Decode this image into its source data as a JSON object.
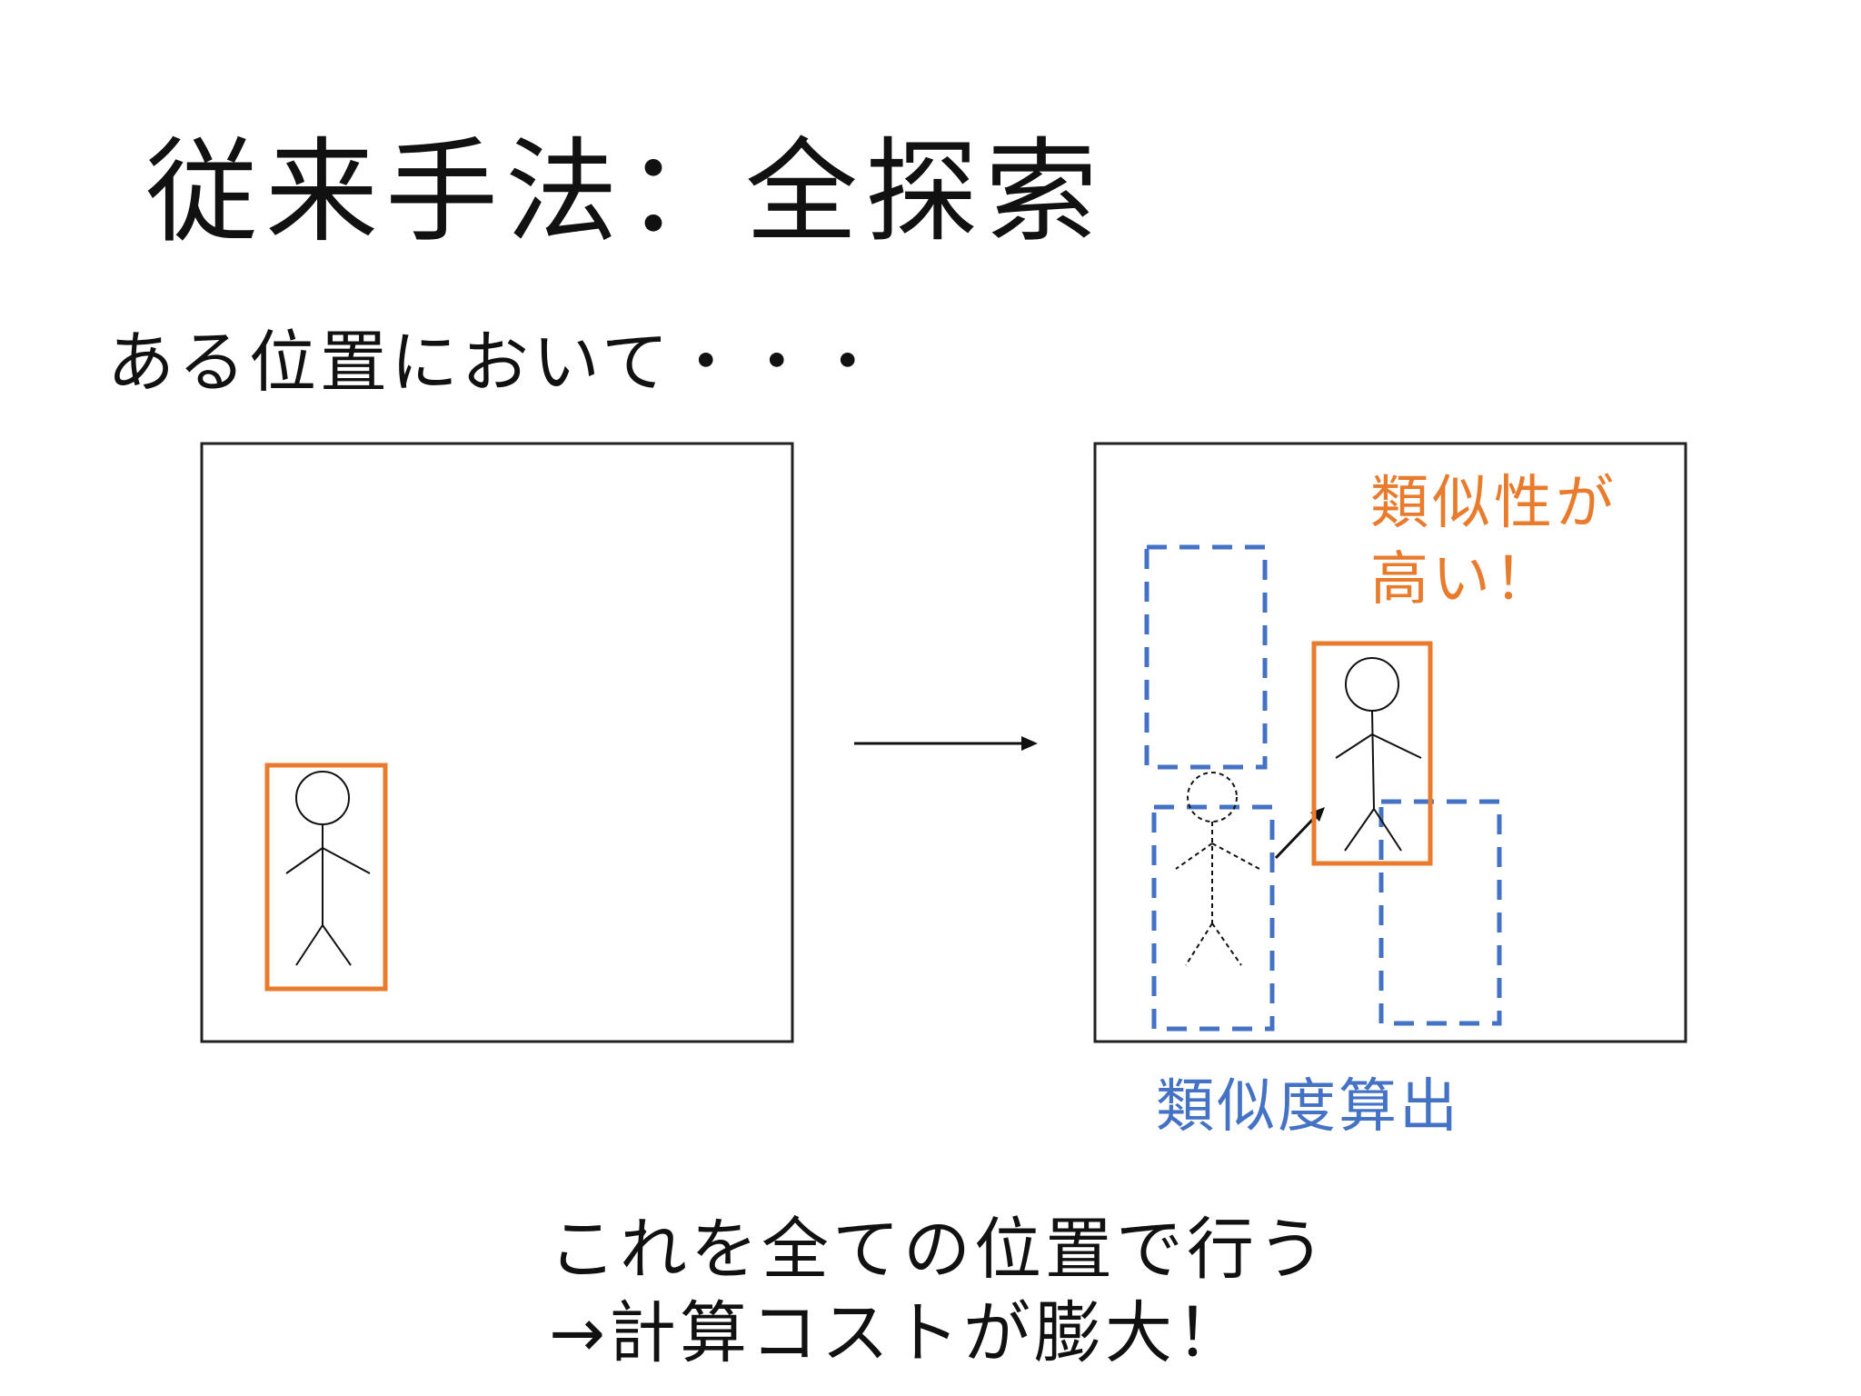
{
  "title": "従来手法：全探索",
  "subtitle": "ある位置において・・・",
  "labels": {
    "high_similarity_line1": "類似性が",
    "high_similarity_line2": "高い！",
    "similarity_calc": "類似度算出"
  },
  "conclusion": {
    "line1": "これを全ての位置で行う",
    "line2": "→計算コストが膨大！"
  },
  "colors": {
    "target_box": "#E97B2D",
    "candidate_box": "#4472C4",
    "frame": "#222222"
  }
}
